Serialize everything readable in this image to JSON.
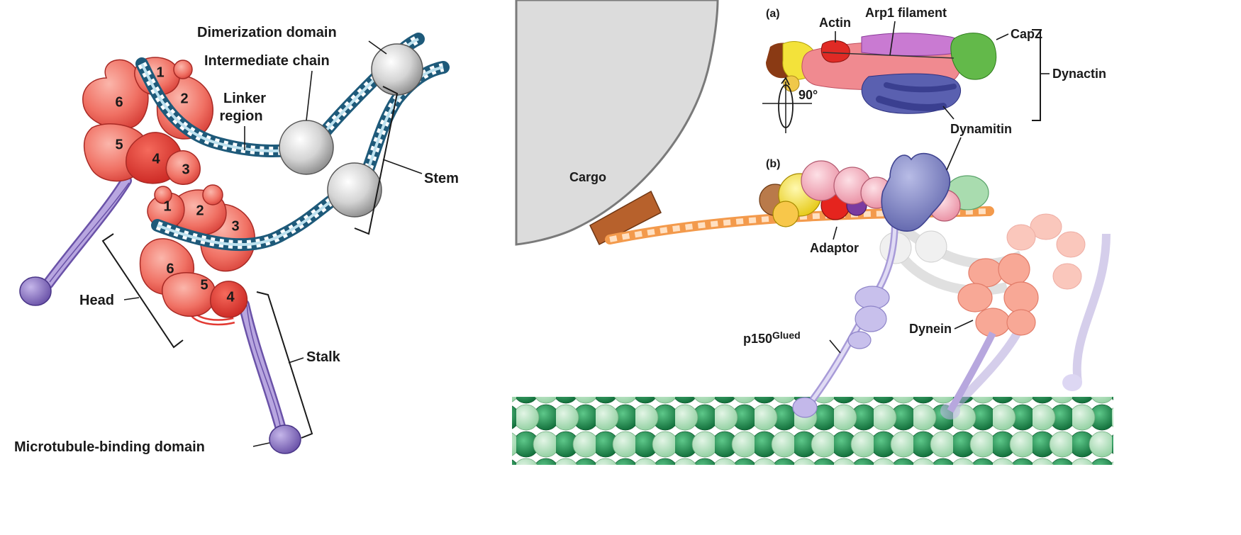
{
  "left_panel": {
    "labels": {
      "dimerization": "Dimerization domain",
      "intermediate": "Intermediate chain",
      "linker_1": "Linker",
      "linker_2": "region",
      "stem": "Stem",
      "head": "Head",
      "stalk": "Stalk",
      "microtubule_binding": "Microtubule-binding domain"
    },
    "head_a_subunits": [
      "1",
      "2",
      "6",
      "5",
      "4",
      "3"
    ],
    "head_b_subunits": [
      "1",
      "2",
      "3",
      "6",
      "5",
      "4"
    ]
  },
  "right_panel": {
    "labels": {
      "panel_a": "(a)",
      "panel_b": "(b)",
      "actin": "Actin",
      "arp1": "Arp1 filament",
      "capz": "CapZ",
      "dynactin": "Dynactin",
      "rotation": "90°",
      "dynamitin": "Dynamitin",
      "cargo": "Cargo",
      "adaptor": "Adaptor",
      "p150_prefix": "p150",
      "p150_super": "Glued",
      "dynein": "Dynein"
    }
  },
  "colors": {
    "head_red": "#e8473f",
    "head_light": "#f6a49a",
    "chain_blue": "#1e5a7a",
    "stalk_purple": "#9b82c4",
    "dynamitin": "#6f74b8",
    "orange": "#f4a460",
    "microtubule_dark": "#1d8a4e",
    "microtubule_light": "#a7dcb4",
    "capz_green": "#5cb848",
    "cargo_gray": "#dcdcdc"
  }
}
